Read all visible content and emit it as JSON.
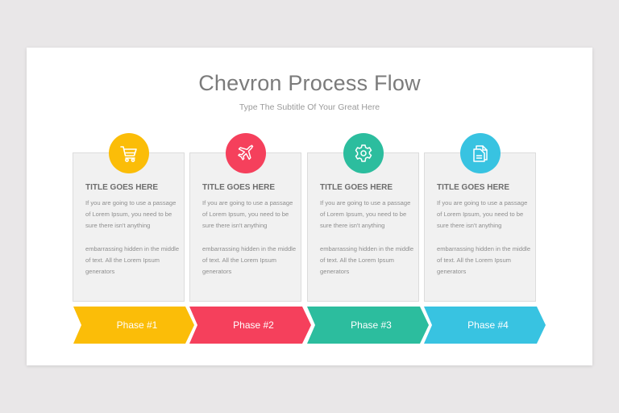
{
  "slide": {
    "title": "Chevron Process Flow",
    "subtitle": "Type The Subtitle Of Your Great Here"
  },
  "steps": [
    {
      "icon": "shopping-cart-icon",
      "color": "#fbbd08",
      "title": "TITLE GOES HERE",
      "paragraph1": "If you are going to use a passage of Lorem Ipsum, you need to be sure there isn't anything",
      "paragraph2": "embarrassing hidden in the middle of text. All the Lorem Ipsum generators",
      "phase_label": "Phase #1"
    },
    {
      "icon": "airplane-icon",
      "color": "#f5405c",
      "title": "TITLE GOES HERE",
      "paragraph1": "If you are going to use a passage of Lorem Ipsum, you need to be sure there isn't anything",
      "paragraph2": "embarrassing hidden in the middle of text. All the Lorem Ipsum generators",
      "phase_label": "Phase #2"
    },
    {
      "icon": "gear-icon",
      "color": "#2cbd9e",
      "title": "TITLE GOES HERE",
      "paragraph1": "If you are going to use a passage of Lorem Ipsum, you need to be sure there isn't anything",
      "paragraph2": "embarrassing hidden in the middle of text. All the Lorem Ipsum generators",
      "phase_label": "Phase #3"
    },
    {
      "icon": "documents-icon",
      "color": "#38c3e1",
      "title": "TITLE GOES HERE",
      "paragraph1": "If you are going to use a passage of Lorem Ipsum, you need to be sure there isn't anything",
      "paragraph2": "embarrassing hidden in the middle of text. All the Lorem Ipsum generators",
      "phase_label": "Phase #4"
    }
  ]
}
